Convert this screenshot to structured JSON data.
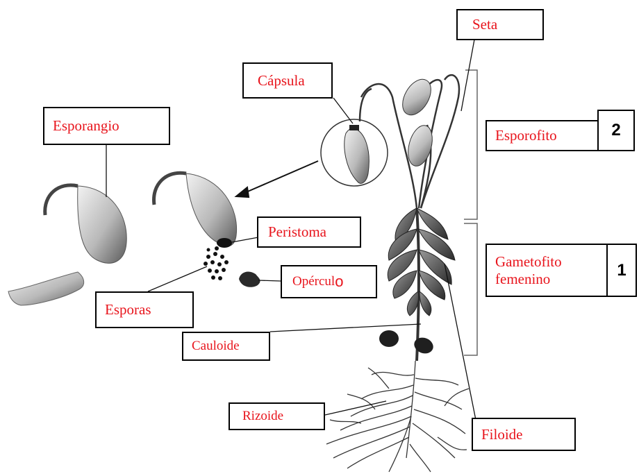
{
  "labels": {
    "seta": "Seta",
    "capsula": "Cápsula",
    "esporangio": "Esporangio",
    "esporofito": "Esporofito",
    "peristoma": "Peristoma",
    "gametofito_line1": "Gametofito",
    "gametofito_line2": "femenino",
    "operculo": "Opércul",
    "operculo_end": "o",
    "esporas": "Esporas",
    "cauloide": "Cauloide",
    "rizoide": "Rizoide",
    "filoide": "Filoide"
  },
  "numbers": {
    "esporofito": "2",
    "gametofito": "1"
  },
  "colors": {
    "label_text": "#e8141c",
    "border": "#000000"
  }
}
